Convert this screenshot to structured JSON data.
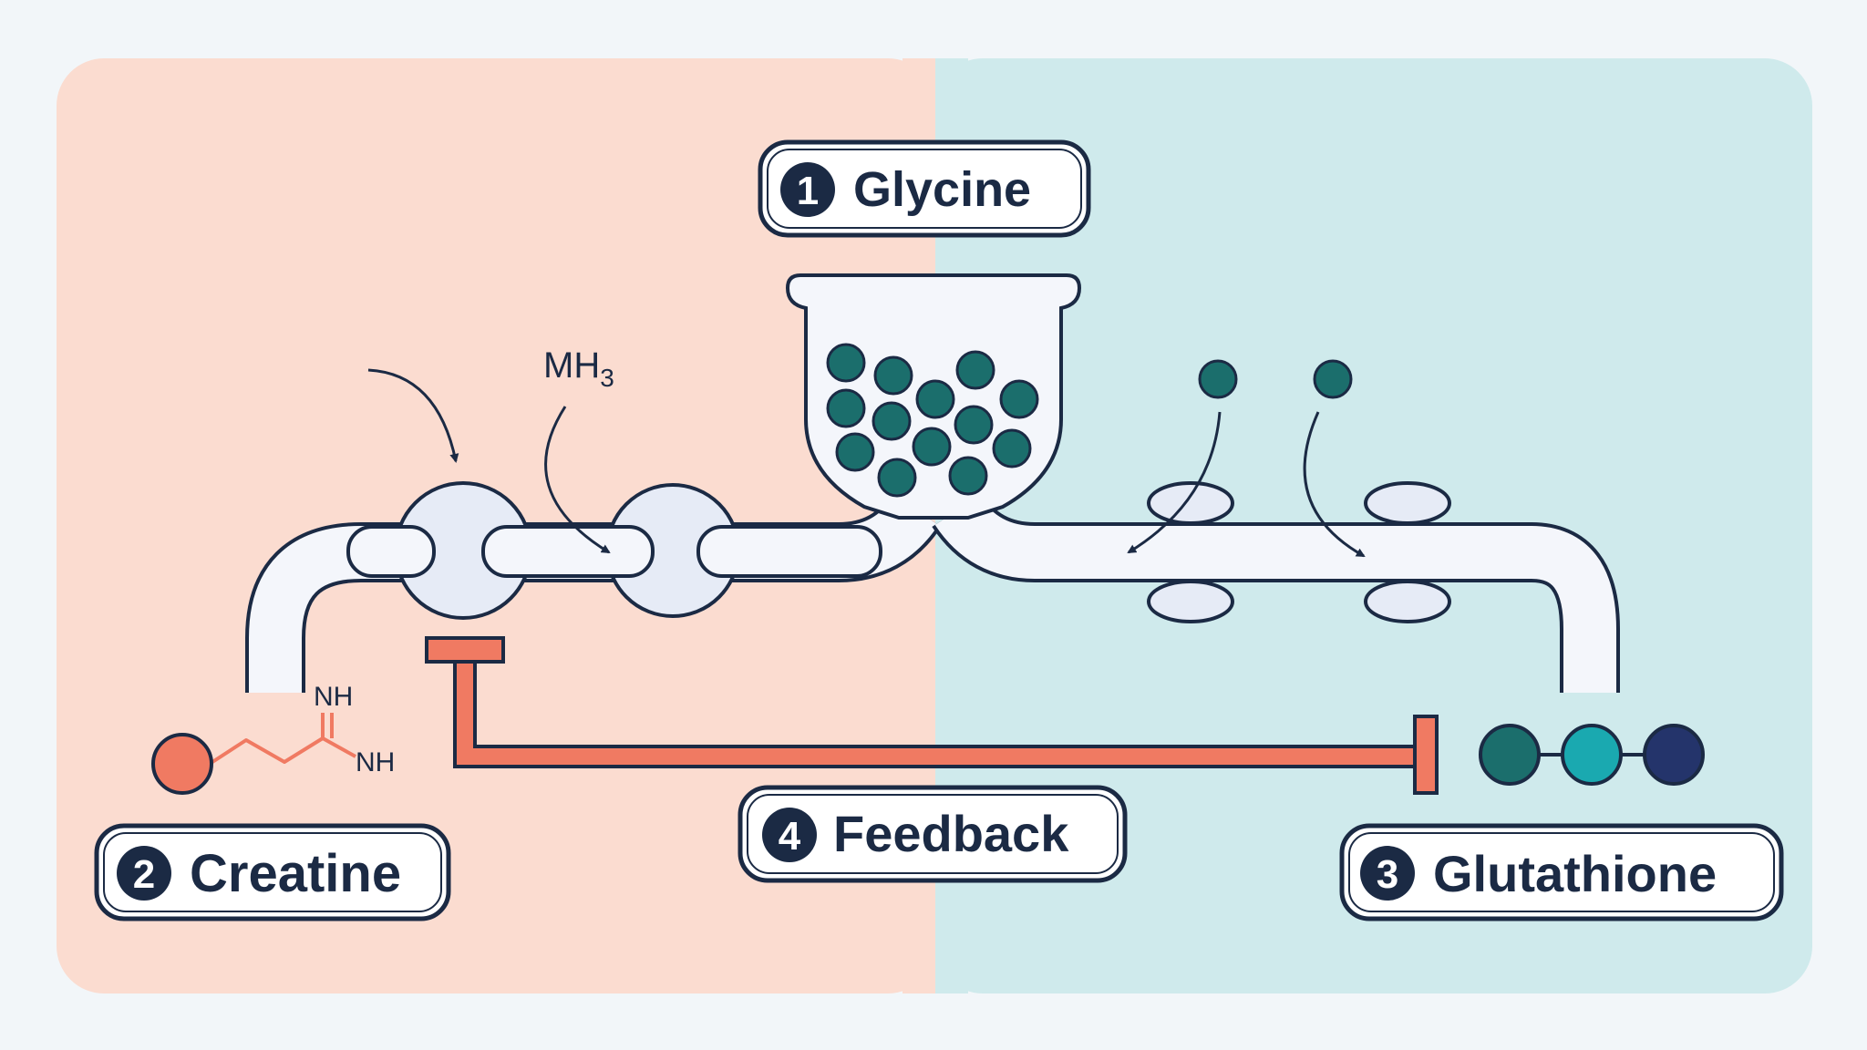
{
  "labels": {
    "glycine": {
      "num": "1",
      "text": "Glycine"
    },
    "creatine": {
      "num": "2",
      "text": "Creatine"
    },
    "glutathione": {
      "num": "3",
      "text": "Glutathione"
    },
    "feedback": {
      "num": "4",
      "text": "Feedback"
    }
  },
  "chemistry": {
    "mh_main": "MH",
    "mh_sub": "3",
    "nh_top": "NH",
    "nh_bottom": "NH"
  },
  "colors": {
    "background": "#f2f6f9",
    "left_panel": "#fbdcd0",
    "right_panel": "#cfeaec",
    "outline": "#1b2a44",
    "pipe_fill": "#f4f6fb",
    "enzyme_fill": "#e6ebf6",
    "glycine_dot": "#1b6e6c",
    "inhibition": "#f07a62",
    "tripeptide": [
      "#1b6e6c",
      "#1aa9b0",
      "#24346b"
    ]
  },
  "icons": [
    "glycine-pool-icon",
    "enzyme-icon",
    "transporter-icon",
    "creatine-molecule-icon",
    "glutathione-tripeptide-icon",
    "inhibition-bar-icon"
  ]
}
